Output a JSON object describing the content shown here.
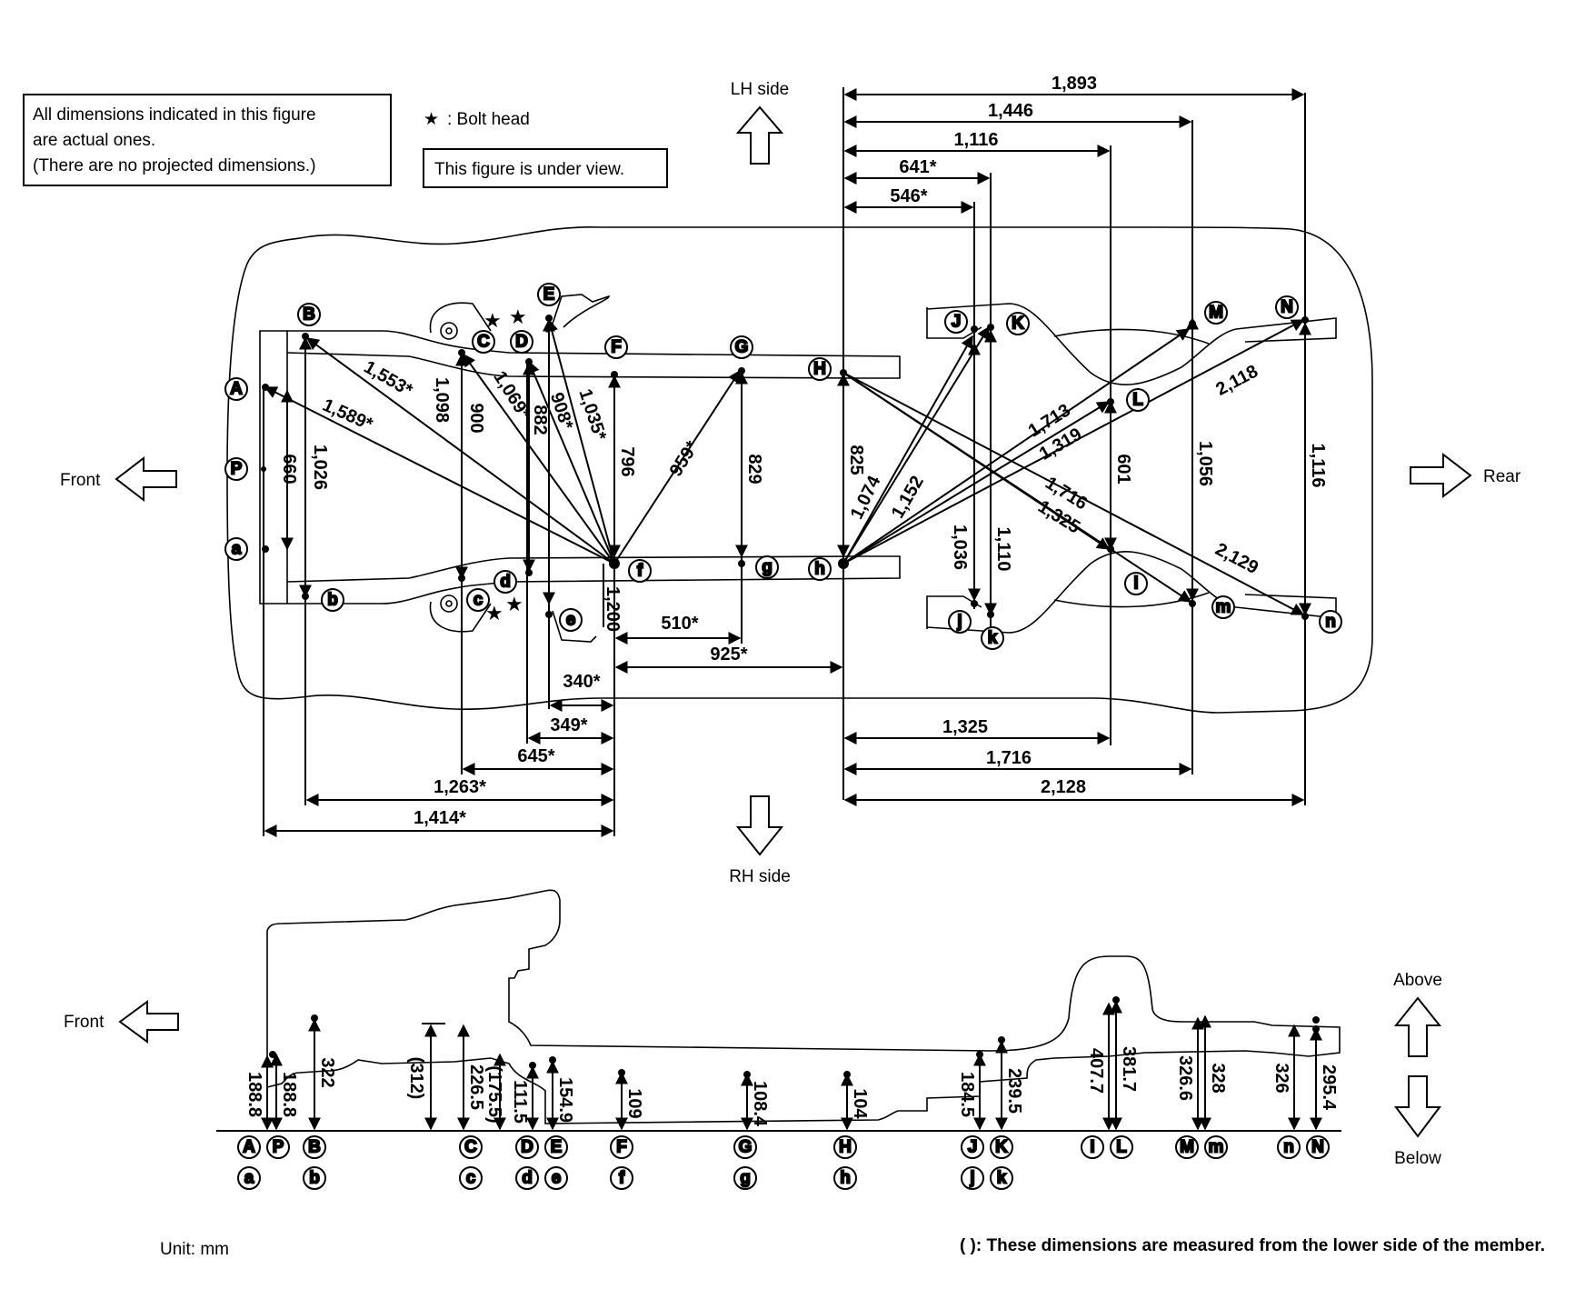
{
  "notes": {
    "actual_dims": [
      "All dimensions indicated in this figure",
      "are actual ones.",
      "(There are no projected dimensions.)"
    ],
    "bolt_head_star": "★",
    "bolt_head_text": ": Bolt head",
    "under_view": "This figure is under view.",
    "lh_side": "LH side",
    "rh_side": "RH side",
    "front": "Front",
    "rear": "Rear",
    "above": "Above",
    "below": "Below",
    "unit": "Unit: mm",
    "lower_side_note": "( ): These dimensions are measured from the lower side of the member."
  },
  "points": {
    "upper": [
      {
        "id": "A",
        "label": "A"
      },
      {
        "id": "P",
        "label": "P"
      },
      {
        "id": "a",
        "label": "a"
      },
      {
        "id": "B",
        "label": "B"
      },
      {
        "id": "b",
        "label": "b"
      },
      {
        "id": "C",
        "label": "C"
      },
      {
        "id": "c",
        "label": "c"
      },
      {
        "id": "D",
        "label": "D"
      },
      {
        "id": "d",
        "label": "d"
      },
      {
        "id": "E",
        "label": "E"
      },
      {
        "id": "e",
        "label": "e"
      },
      {
        "id": "F",
        "label": "F"
      },
      {
        "id": "f",
        "label": "f"
      },
      {
        "id": "G",
        "label": "G"
      },
      {
        "id": "g",
        "label": "g"
      },
      {
        "id": "H",
        "label": "H"
      },
      {
        "id": "h",
        "label": "h"
      },
      {
        "id": "J",
        "label": "J"
      },
      {
        "id": "j",
        "label": "j"
      },
      {
        "id": "K",
        "label": "K"
      },
      {
        "id": "k",
        "label": "k"
      },
      {
        "id": "L",
        "label": "L"
      },
      {
        "id": "l",
        "label": "l"
      },
      {
        "id": "M",
        "label": "M"
      },
      {
        "id": "m",
        "label": "m"
      },
      {
        "id": "N",
        "label": "N"
      },
      {
        "id": "n",
        "label": "n"
      }
    ],
    "side_top": [
      "A",
      "P",
      "B",
      "C",
      "D",
      "E",
      "F",
      "G",
      "H",
      "J",
      "K",
      "I",
      "L",
      "M",
      "m",
      "n",
      "N"
    ],
    "side_bottom": [
      "a",
      "b",
      "c",
      "d",
      "e",
      "f",
      "g",
      "h",
      "j",
      "k"
    ]
  },
  "top_dimensions": [
    "1,893",
    "1,446",
    "1,116",
    "641*",
    "546*"
  ],
  "bottom_dimensions_left": [
    "340*",
    "349*",
    "645*",
    "1,263*",
    "1,414*"
  ],
  "bottom_dimensions_right": [
    "1,325",
    "1,716",
    "2,128"
  ],
  "mid_dimensions": [
    "510*",
    "925*"
  ],
  "vertical_dimensions": [
    "660",
    "1,026",
    "1,098",
    "900",
    "882",
    "796",
    "829",
    "825",
    "1,036",
    "1,110",
    "601",
    "1,056",
    "1,116",
    "1,200"
  ],
  "diagonal_dimensions": [
    "1,553*",
    "1,589*",
    "1,069*",
    "908*",
    "1,035*",
    "959*",
    "1,074",
    "1,152",
    "1,713",
    "1,319",
    "1,716",
    "1,325",
    "2,118",
    "2,129"
  ],
  "height_dimensions": [
    "188.8",
    "188.8",
    "322",
    "(312)",
    "226.5",
    "(175.5)",
    "111.5",
    "154.9",
    "109",
    "108.4",
    "104",
    "184.5",
    "239.5",
    "407.7",
    "381.7",
    "326.6",
    "328",
    "326",
    "295.4"
  ]
}
